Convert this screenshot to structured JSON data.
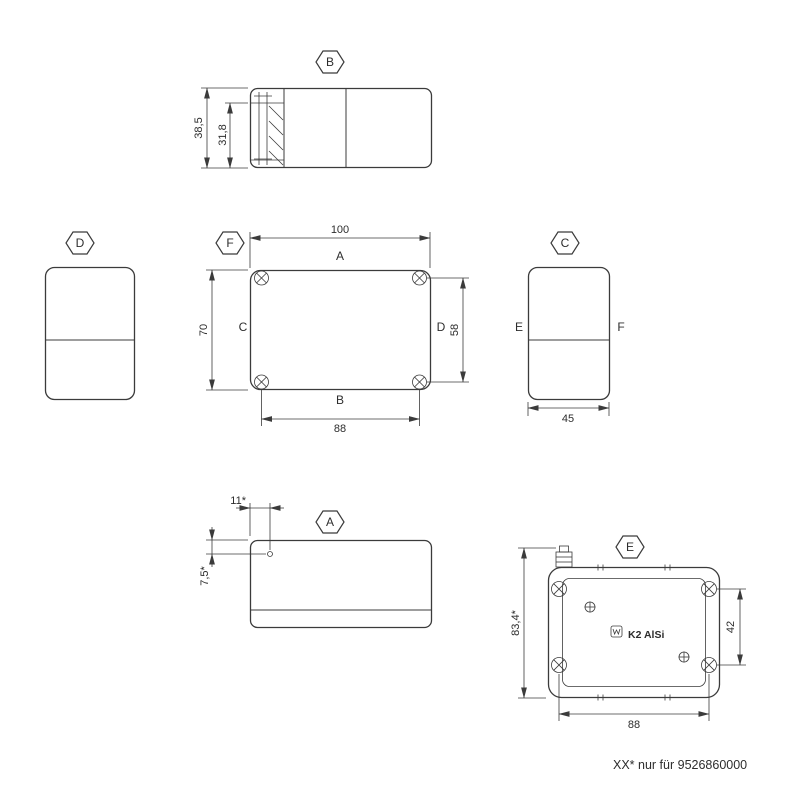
{
  "drawing": {
    "ink_color": "#3b3b3b",
    "background_color": "#ffffff",
    "note": "XX* nur für 9526860000"
  },
  "icons": {
    "view_badge": "hexagon-outline",
    "cover_screw": "circle-with-cross-slot",
    "earth_terminal": "circle-with-plus",
    "brand_logo": "w-in-rounded-square"
  },
  "views": {
    "b": {
      "label": "B",
      "dim_total_height": "38,5",
      "dim_lid_height": "31,8"
    },
    "d": {
      "label": "D"
    },
    "f": {
      "label": "F",
      "dim_width": "100",
      "dim_height": "70",
      "dim_hole_spacing_x": "88",
      "dim_hole_spacing_y": "58",
      "dir_top": "A",
      "dir_bottom": "B",
      "dir_left": "C",
      "dir_right": "D"
    },
    "c": {
      "label": "C",
      "dim_depth": "45",
      "dir_left": "E",
      "dir_right": "F"
    },
    "a": {
      "label": "A",
      "dim_hole_offset_x": "11*",
      "dim_hole_offset_y": "7,5*"
    },
    "e": {
      "label": "E",
      "dim_total_height": "83,4*",
      "dim_hole_spacing_y": "42",
      "dim_hole_spacing_x": "88",
      "marking": "K2 AlSi"
    }
  }
}
